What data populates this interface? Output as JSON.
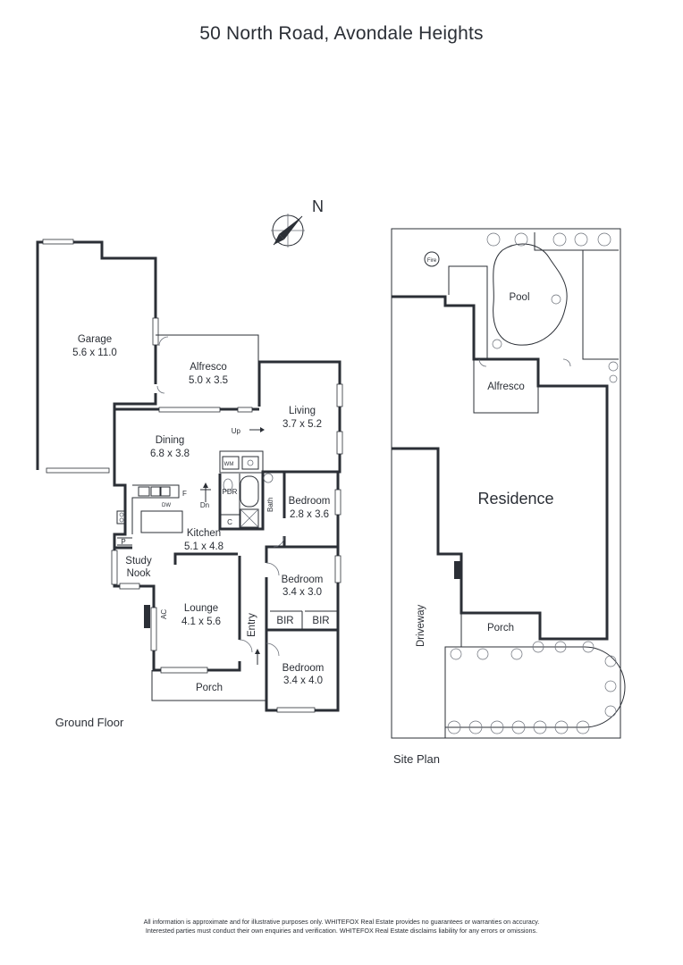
{
  "title": "50 North Road, Avondale Heights",
  "compass": {
    "label": "N"
  },
  "ground_floor": {
    "caption": "Ground Floor",
    "rooms": {
      "garage": {
        "name": "Garage",
        "size": "5.6 x 11.0"
      },
      "alfresco": {
        "name": "Alfresco",
        "size": "5.0 x 3.5"
      },
      "living": {
        "name": "Living",
        "size": "3.7 x 5.2"
      },
      "dining": {
        "name": "Dining",
        "size": "6.8 x 3.8"
      },
      "kitchen": {
        "name": "Kitchen",
        "size": "5.1 x 4.8"
      },
      "bedroom1": {
        "name": "Bedroom",
        "size": "2.8 x 3.6"
      },
      "bedroom2": {
        "name": "Bedroom",
        "size": "3.4 x 3.0"
      },
      "bedroom3": {
        "name": "Bedroom",
        "size": "3.4 x 4.0"
      },
      "lounge": {
        "name": "Lounge",
        "size": "4.1 x 5.6"
      },
      "study": {
        "line1": "Study",
        "line2": "Nook"
      },
      "porch": {
        "name": "Porch"
      }
    },
    "labels": {
      "up": "Up",
      "dn": "Dn",
      "wm": "WM",
      "pdr": "PDR",
      "bath": "Bath",
      "c": "C",
      "f": "F",
      "dw": "DW",
      "p": "P",
      "ac": "AC",
      "entry": "Entry",
      "bir1": "BIR",
      "bir2": "BIR"
    }
  },
  "site_plan": {
    "caption": "Site Plan",
    "labels": {
      "residence": "Residence",
      "pool": "Pool",
      "alfresco": "Alfresco",
      "porch": "Porch",
      "driveway": "Driveway",
      "fire": "Fire"
    }
  },
  "disclaimer": {
    "line1": "All information is approximate and for illustrative purposes only. WHITEFOX Real Estate provides no guarantees or warranties on accuracy.",
    "line2": "Interested parties must conduct their own enquiries and verification. WHITEFOX Real Estate disclaims liability for any errors or omissions."
  }
}
